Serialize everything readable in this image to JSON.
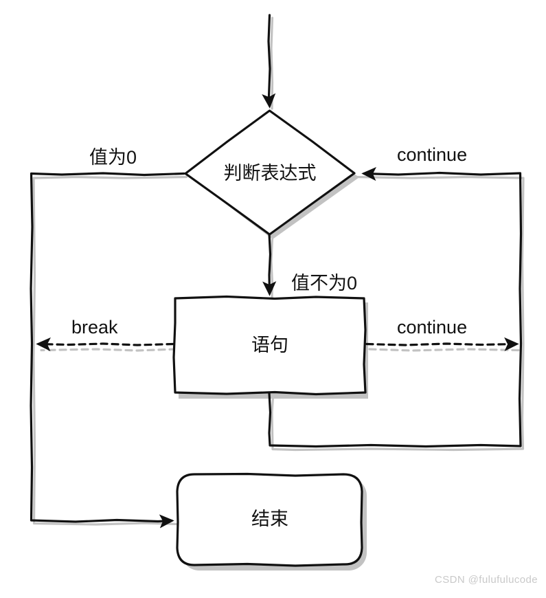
{
  "diagram": {
    "title": "loop-control-flowchart",
    "type": "flowchart",
    "background_color": "#ffffff",
    "stroke_color": "#111111",
    "shadow_color": "#c2c2c2",
    "nodes": [
      {
        "id": "decision",
        "shape": "diamond",
        "label": "判断表达式"
      },
      {
        "id": "statement",
        "shape": "rectangle",
        "label": "语句"
      },
      {
        "id": "end",
        "shape": "rounded-rectangle",
        "label": "结束"
      }
    ],
    "edge_labels": {
      "value_zero": "值为0",
      "continue_top": "continue",
      "value_nonzero": "值不为0",
      "break": "break",
      "continue_right": "continue"
    }
  },
  "watermark": {
    "text": "CSDN @fulufulucode"
  }
}
